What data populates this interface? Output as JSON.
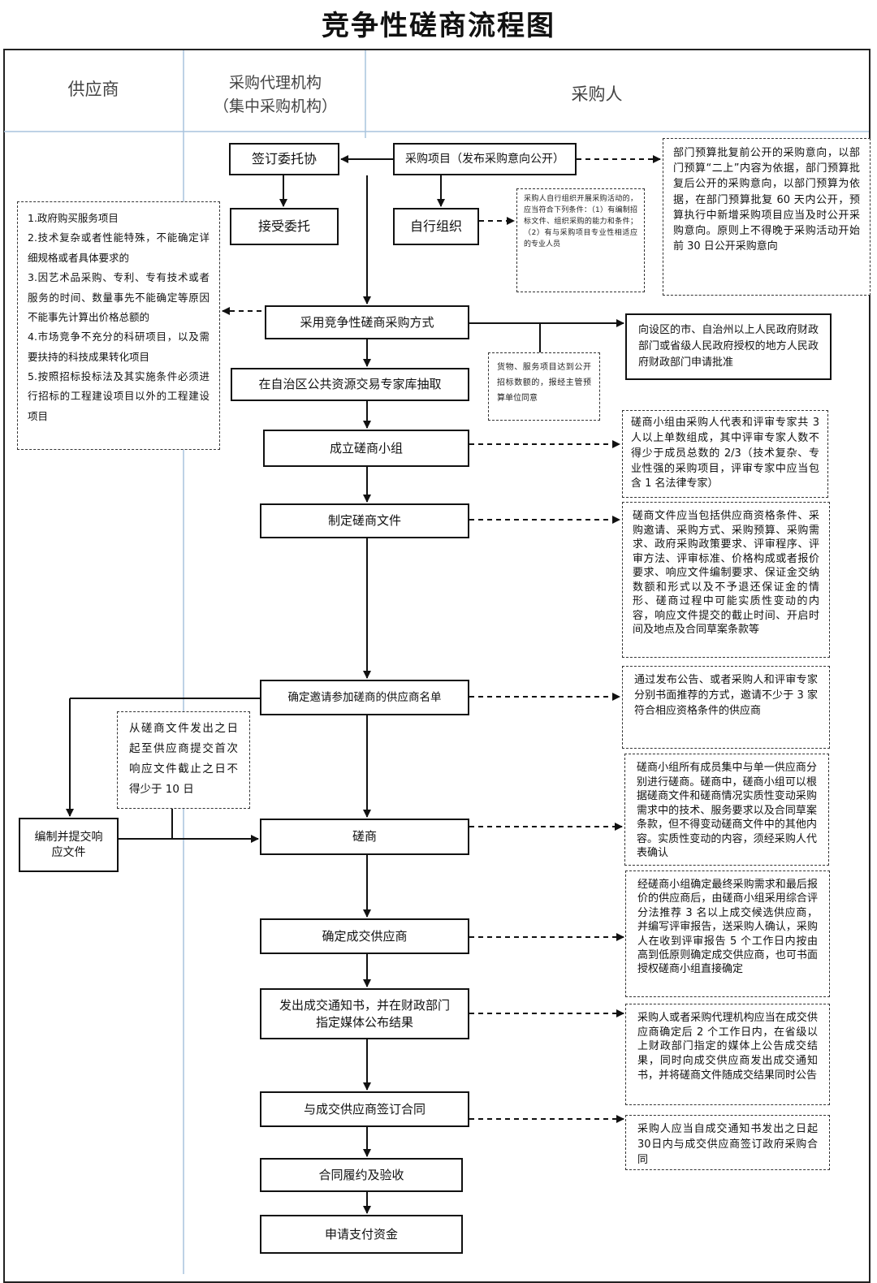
{
  "title": "竞争性磋商流程图",
  "lanes": {
    "supplier": "供应商",
    "agency_line1": "采购代理机构",
    "agency_line2": "（集中采购机构）",
    "purchaser": "采购人"
  },
  "steps": {
    "sign_entrust": "签订委托协",
    "purchase_project": "采购项目（发布采购意向公开）",
    "accept_entrust": "接受委托",
    "self_organize": "自行组织",
    "adopt_method": "采用竞争性磋商采购方式",
    "extract_experts": "在自治区公共资源交易专家库抽取",
    "form_group": "成立磋商小组",
    "make_docs": "制定磋商文件",
    "confirm_list": "确定邀请参加磋商的供应商名单",
    "prepare_submit": "编制并提交响应文件",
    "negotiate": "磋商",
    "confirm_winner": "确定成交供应商",
    "issue_notice": "发出成交通知书，并在财政部门指定媒体公布结果",
    "sign_contract": "与成交供应商签订合同",
    "perform_accept": "合同履约及验收",
    "apply_payment": "申请支付资金"
  },
  "notes": {
    "intent_disclosure": "部门预算批复前公开的采购意向，以部门预算“二上”内容为依据，部门预算批复后公开的采购意向，以部门预算为依据，在部门预算批复 60 天内公开，预算执行中新增采购项目应当及时公开采购意向。原则上不得晚于采购活动开始前 30 日公开采购意向",
    "self_conditions": "采购人自行组织开展采购活动的，应当符合下列条件：（1）有编制招标文件、组织采购的能力和条件；（2）有与采购项目专业性相适应的专业人员",
    "applicable_cases": [
      "1.政府购买服务项目",
      "2.技术复杂或者性能特殊，不能确定详细规格或者具体要求的",
      "3.因艺术品采购、专利、专有技术或者服务的时间、数量事先不能确定等原因不能事先计算出价格总额的",
      "4.市场竞争不充分的科研项目，以及需要扶持的科技成果转化项目",
      "5.按照招标投标法及其实施条件必须进行招标的工程建设项目以外的工程建设项目"
    ],
    "approval": "向设区的市、自治州以上人民政府财政部门或省级人民政府授权的地方人民政府财政部门申请批准",
    "threshold": "货物、服务项目达到公开招标数额的，报经主管预算单位同意",
    "group_composition": "磋商小组由采购人代表和评审专家共 3 人以上单数组成，其中评审专家人数不得少于成员总数的 2/3（技术复杂、专业性强的采购项目，评审专家中应当包含 1 名法律专家）",
    "doc_contents": "磋商文件应当包括供应商资格条件、采购邀请、采购方式、采购预算、采购需求、政府采购政策要求、评审程序、评审方法、评审标准、价格构成或者报价要求、响应文件编制要求、保证金交纳数额和形式以及不予退还保证金的情形、磋商过程中可能实质性变动的内容，响应文件提交的截止时间、开启时间及地点及合同草案条款等",
    "invitation": "通过发布公告、或者采购人和评审专家分别书面推荐的方式，邀请不少于 3 家符合相应资格条件的供应商",
    "response_time": "从磋商文件发出之日起至供应商提交首次响应文件截止之日不得少于 10 日",
    "negotiation_rules": "磋商小组所有成员集中与单一供应商分别进行磋商。磋商中，磋商小组可以根据磋商文件和磋商情况实质性变动采购需求中的技术、服务要求以及合同草案条款，但不得变动磋商文件中的其他内容。实质性变动的内容，须经采购人代表确认",
    "winner_rules": "经磋商小组确定最终采购需求和最后报价的供应商后，由磋商小组采用综合评分法推荐 3 名以上成交候选供应商，并编写评审报告，送采购人确认，采购人在收到评审报告 5 个工作日内按由高到低原则确定成交供应商，也可书面授权磋商小组直接确定",
    "publication": "采购人或者采购代理机构应当在成交供应商确定后 2 个工作日内，在省级以上财政部门指定的媒体上公告成交结果，同时向成交供应商发出成交通知书，并将磋商文件随成交结果同时公告",
    "contract_deadline": "采购人应当自成交通知书发出之日起30日内与成交供应商签订政府采购合同"
  }
}
